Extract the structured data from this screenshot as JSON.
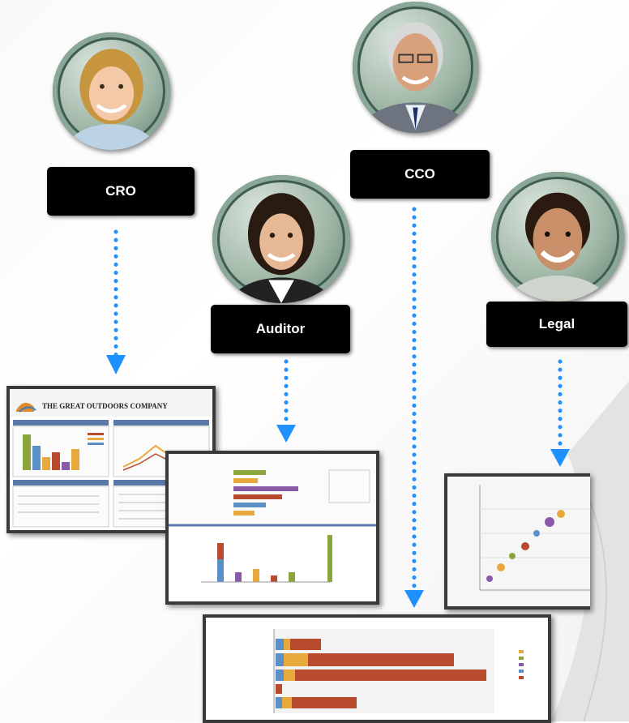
{
  "roles": {
    "cro": {
      "label": "CRO"
    },
    "auditor": {
      "label": "Auditor"
    },
    "cco": {
      "label": "CCO"
    },
    "legal": {
      "label": "Legal"
    }
  },
  "dashboard_header": {
    "company": "THE GREAT OUTDOORS COMPANY"
  },
  "colors": {
    "arrow": "#1e90ff",
    "label_bg": "#000000",
    "label_text": "#ffffff",
    "frame": "#3a3a3a",
    "bar_red": "#b84a2e",
    "bar_orange": "#e7a93c",
    "bar_blue": "#5b8fc7",
    "bar_green": "#8aa63a",
    "bar_purple": "#8a5aa8"
  }
}
